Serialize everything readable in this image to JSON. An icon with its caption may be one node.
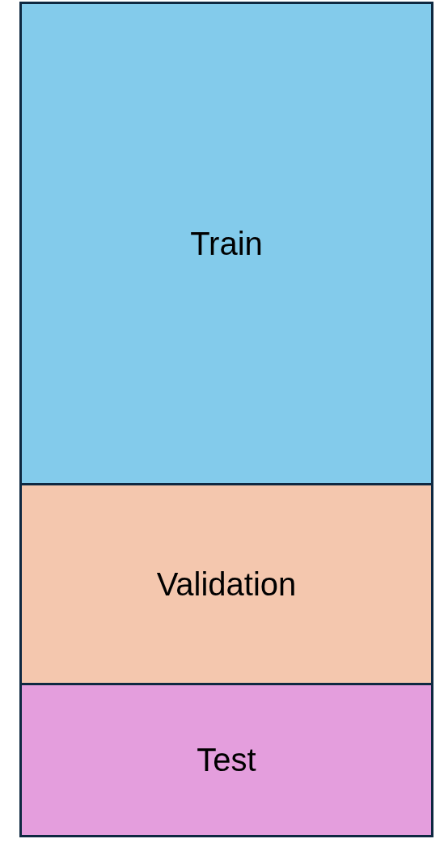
{
  "diagram": {
    "nodes": [
      {
        "text": [
          "Train"
        ]
      },
      {
        "text": [
          "Validation"
        ]
      },
      {
        "text": [
          "Test"
        ]
      }
    ]
  }
}
